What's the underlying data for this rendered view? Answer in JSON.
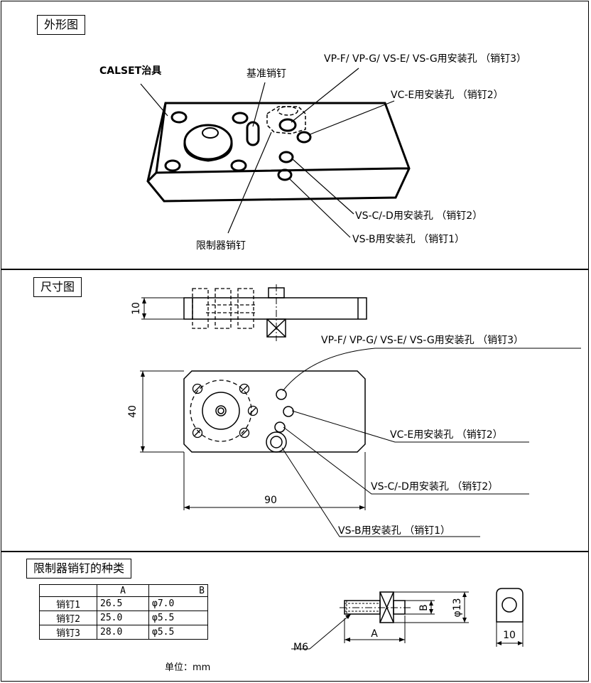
{
  "sections": {
    "appearance_title": "外形图",
    "dimension_title": "尺寸图",
    "pin_types_title": "限制器销钉的种类"
  },
  "appearance": {
    "calset_label": "CALSET治具",
    "datum_pin_label": "基准销钉",
    "limiter_pin_label": "限制器销钉",
    "vp_label": "VP-F/ VP-G/ VS-E/ VS-G用安装孔 （销钉3）",
    "vc_label": "VC-E用安装孔 （销钉2）",
    "vsc_label": "VS-C/-D用安装孔 （销钉2）",
    "vsb_label": "VS-B用安装孔 （销钉1）"
  },
  "dimension": {
    "thickness": "10",
    "height": "40",
    "width": "90",
    "vp_label": "VP-F/ VP-G/ VS-E/ VS-G用安装孔 （销钉3）",
    "vc_label": "VC-E用安装孔 （销钉2）",
    "vsc_label": "VS-C/-D用安装孔 （销钉2）",
    "vsb_label": "VS-B用安装孔 （销钉1）"
  },
  "pin_table": {
    "headers": [
      "",
      "A",
      "B"
    ],
    "rows": [
      [
        "销钉1",
        "26.5",
        "φ7.0"
      ],
      [
        "销钉2",
        "25.0",
        "φ5.5"
      ],
      [
        "销钉3",
        "28.0",
        "φ5.5"
      ]
    ],
    "unit": "单位：mm"
  },
  "pin_drawing": {
    "thread": "M6",
    "length_label": "A",
    "diameter_label": "B",
    "head_diameter": "φ13",
    "head_width": "10"
  }
}
